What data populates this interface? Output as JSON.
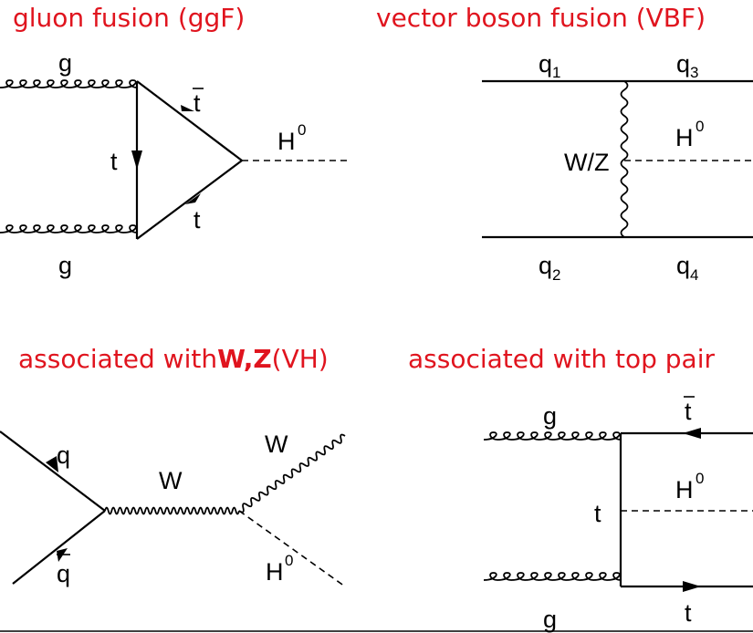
{
  "titles": {
    "ggf": "gluon fusion (ggF)",
    "vbf": "vector boson fusion (VBF)",
    "vh_prefix": "associated with",
    "vh_bold": "W,Z",
    "vh_suffix": "(VH)",
    "tth": "associated with top pair"
  },
  "ggf": {
    "g_top": "g",
    "g_bottom": "g",
    "tbar": "t",
    "t_left": "t",
    "t_right": "t",
    "higgs": "H",
    "higgs_sup": "0"
  },
  "vbf": {
    "q1": "q",
    "q1_sub": "1",
    "q2": "q",
    "q2_sub": "2",
    "q3": "q",
    "q3_sub": "3",
    "q4": "q",
    "q4_sub": "4",
    "boson": "W/Z",
    "higgs": "H",
    "higgs_sup": "0"
  },
  "vh": {
    "q": "q",
    "qbar": "q",
    "w_prop": "W",
    "w_out": "W",
    "higgs": "H",
    "higgs_sup": "0"
  },
  "tth": {
    "g_top": "g",
    "g_bottom": "g",
    "tbar": "t",
    "t_mid": "t",
    "t_bottom": "t",
    "higgs": "H",
    "higgs_sup": "0"
  },
  "colors": {
    "title": "#e0141e",
    "lines": "#000000"
  }
}
